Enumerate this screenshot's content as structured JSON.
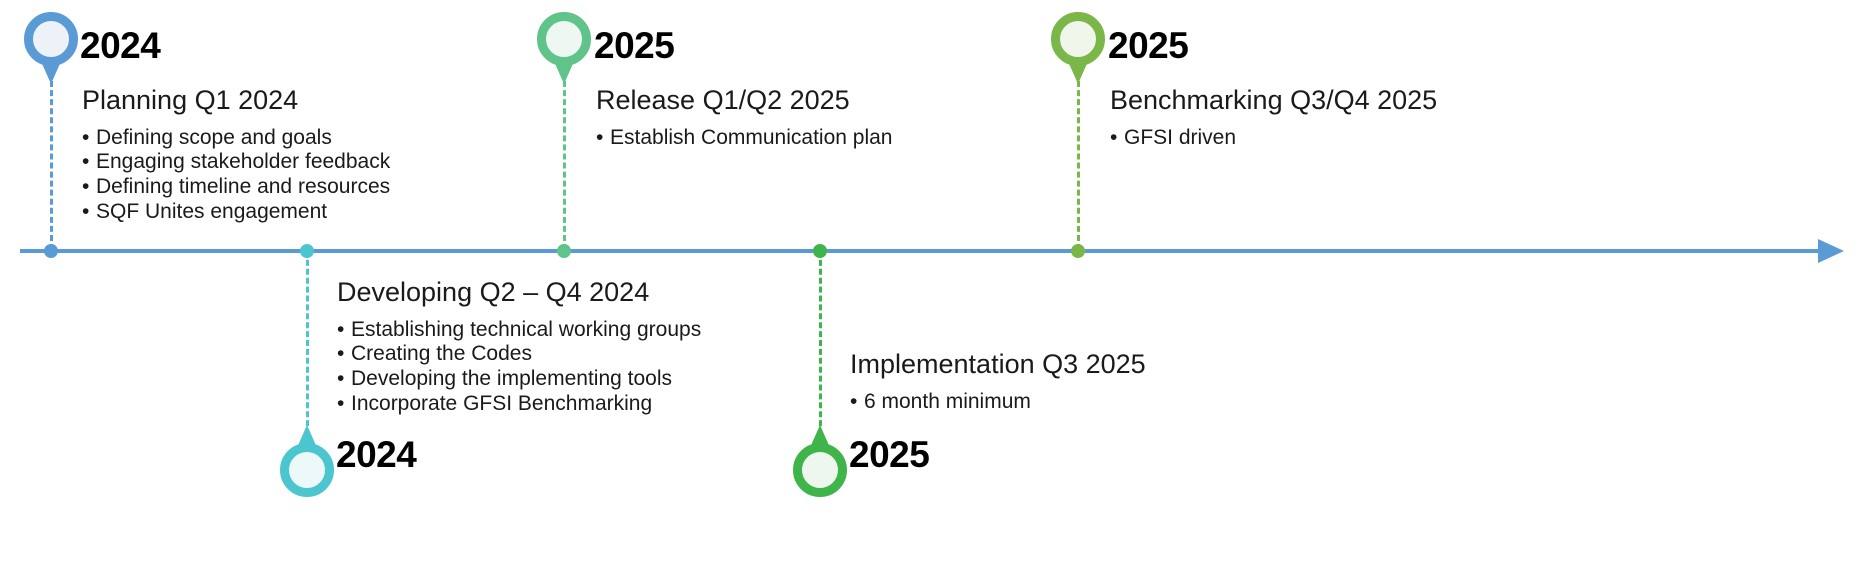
{
  "diagram": {
    "type": "timeline",
    "axis": {
      "color": "#5B9BD5",
      "arrow_direction": "right"
    },
    "milestones": [
      {
        "id": "planning",
        "year": "2024",
        "title": "Planning Q1 2024",
        "bullets": [
          "Defining scope and goals",
          "Engaging stakeholder feedback",
          "Defining timeline and resources",
          "SQF Unites engagement"
        ],
        "side": "above",
        "pin_color": "#5B9BD5",
        "pin_fill": "#EDF2F9",
        "dot_color": "#5B9BD5"
      },
      {
        "id": "developing",
        "year": "2024",
        "title": "Developing Q2 – Q4 2024",
        "bullets": [
          "Establishing technical working groups",
          "Creating the Codes",
          "Developing the implementing tools",
          "Incorporate GFSI Benchmarking"
        ],
        "side": "below",
        "pin_color": "#4CC6CE",
        "pin_fill": "#EDF8F8",
        "dot_color": "#4CC6CE"
      },
      {
        "id": "release",
        "year": "2025",
        "title": "Release Q1/Q2 2025",
        "bullets": [
          "Establish Communication plan"
        ],
        "side": "above",
        "pin_color": "#5FC38A",
        "pin_fill": "#EEF7F1",
        "dot_color": "#5FC38A"
      },
      {
        "id": "implementation",
        "year": "2025",
        "title": "Implementation Q3 2025",
        "bullets": [
          "6 month minimum"
        ],
        "side": "below",
        "pin_color": "#3EB44A",
        "pin_fill": "#EDF7EE",
        "dot_color": "#3EB44A"
      },
      {
        "id": "benchmarking",
        "year": "2025",
        "title": "Benchmarking Q3/Q4 2025",
        "bullets": [
          "GFSI driven"
        ],
        "side": "above",
        "pin_color": "#7AB648",
        "pin_fill": "#F0F6EA",
        "dot_color": "#7AB648"
      }
    ]
  }
}
